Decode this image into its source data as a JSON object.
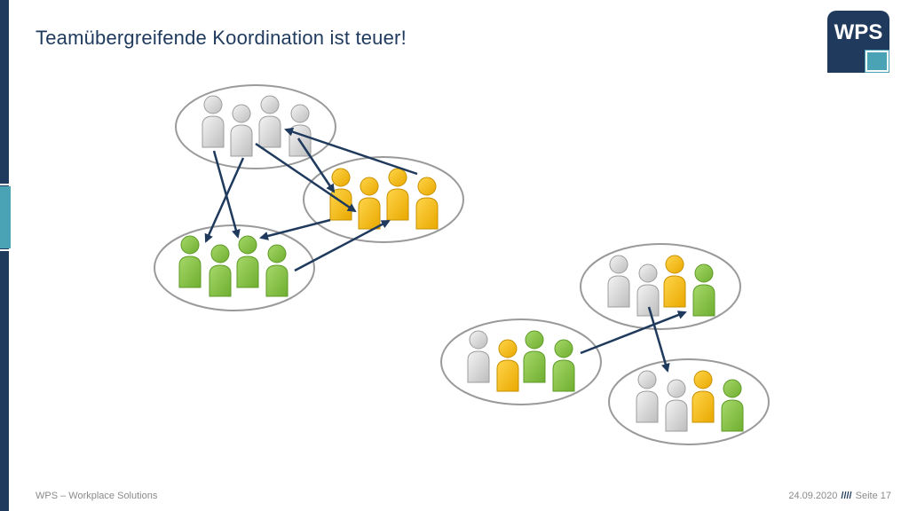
{
  "slide": {
    "title": "Teamübergreifende Koordination ist teuer!",
    "logo_text": "WPS",
    "footer_left": "WPS – Workplace Solutions",
    "footer_date": "24.09.2020",
    "footer_separator": "////",
    "footer_page": "Seite 17"
  },
  "colors": {
    "navy": "#1f3a5c",
    "teal": "#4aa3b5",
    "person_gray": "#d9d9d9",
    "person_yellow": "#f5c000",
    "person_green": "#8dc63f",
    "arrow": "#1f3a5c"
  },
  "diagram": {
    "teams": [
      {
        "id": "team-gray",
        "members": [
          "gray",
          "gray",
          "gray",
          "gray"
        ]
      },
      {
        "id": "team-yellow",
        "members": [
          "yellow",
          "yellow",
          "yellow",
          "yellow"
        ]
      },
      {
        "id": "team-green",
        "members": [
          "green",
          "green",
          "green",
          "green"
        ]
      },
      {
        "id": "team-mixed-right-top",
        "members": [
          "gray",
          "gray",
          "yellow",
          "green"
        ]
      },
      {
        "id": "team-mixed-left",
        "members": [
          "gray",
          "yellow",
          "green",
          "green"
        ]
      },
      {
        "id": "team-mixed-right-bottom",
        "members": [
          "gray",
          "gray",
          "yellow",
          "green"
        ]
      }
    ]
  }
}
